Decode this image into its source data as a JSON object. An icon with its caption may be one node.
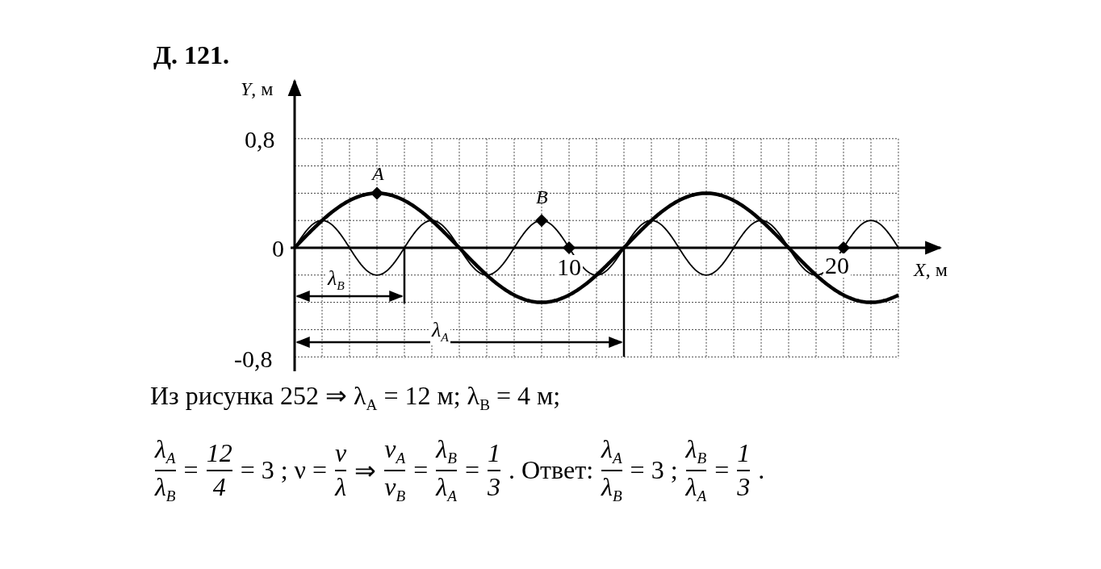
{
  "diagram": {
    "title": "Д. 121.",
    "labels": [
      "*Y*, м",
      "0,8",
      "A",
      "B",
      "0",
      "10",
      "20",
      "*X*, м",
      "λ$_{B}$",
      "λ$_{A}$",
      "-0,8",
      "Из рисунка 252 ⇒  λ$_{A}$ = 12 м;  λ$_{B}$ = 4 м;",
      "λ$_{A}$",
      "λ$_{B}$",
      "=",
      "12",
      "4",
      "= 3 ;  ν =",
      "ν",
      "λ",
      "⇒",
      "ν$_{A}$",
      "ν$_{B}$",
      "=",
      "λ$_{B}$",
      "λ$_{A}$",
      "=",
      "1",
      "3",
      ". Ответ:",
      "λ$_{A}$",
      "λ$_{B}$",
      "= 3 ;",
      "λ$_{B}$",
      "λ$_{A}$",
      "=",
      "1",
      "3",
      "."
    ]
  }
}
